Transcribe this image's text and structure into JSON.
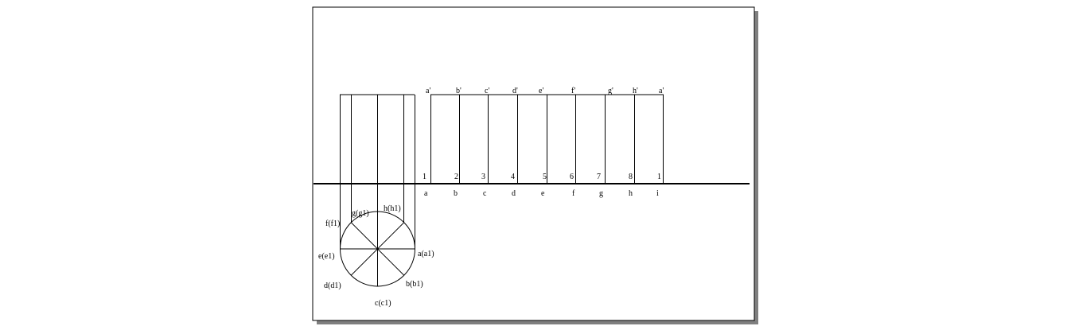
{
  "top_labels": [
    "a'",
    "b'",
    "c'",
    "d'",
    "e'",
    "f'",
    "g'",
    "h'",
    "a'"
  ],
  "number_labels": [
    "1",
    "2",
    "3",
    "4",
    "5",
    "6",
    "7",
    "8",
    "1"
  ],
  "letter_labels": [
    "a",
    "b",
    "c",
    "d",
    "e",
    "f",
    "g",
    "h",
    "i"
  ],
  "circle_labels": {
    "a": "a(a1)",
    "b": "b(b1)",
    "c": "c(c1)",
    "d": "d(d1)",
    "e": "e(e1)",
    "f": "f(f1)",
    "g": "g(g1)",
    "h": "h(h1)"
  }
}
